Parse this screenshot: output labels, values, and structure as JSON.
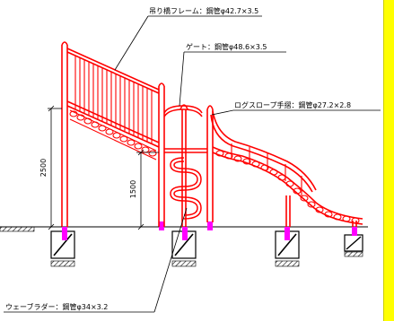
{
  "drawing": {
    "callouts": {
      "frame": "吊り橋フレーム：鋼管φ42.7×3.5",
      "gate": "ゲート：鋼管φ48.6×3.5",
      "slope_rail": "ログスロープ手摺：鋼管φ27.2×2.8",
      "wave_ladder": "ウェーブラダー：鋼管φ34×3.2"
    },
    "dimensions": {
      "total_height": "2500",
      "deck_height": "1500"
    }
  },
  "colors": {
    "steel": "#ff0000",
    "footing": "#ff00ff",
    "side_band": "#ffff00",
    "line": "#000000"
  }
}
